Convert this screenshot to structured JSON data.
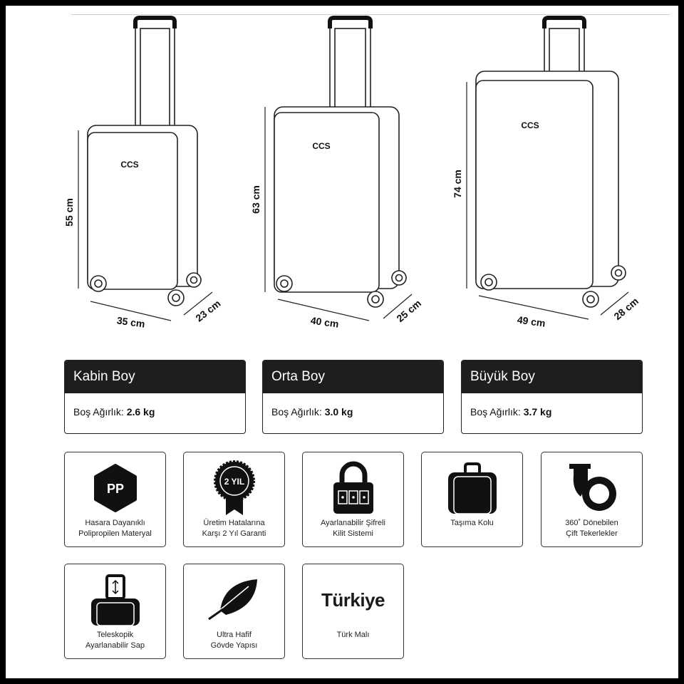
{
  "brand": "CCS",
  "suitcases": [
    {
      "height": "55 cm",
      "width": "35 cm",
      "depth": "23 cm"
    },
    {
      "height": "63 cm",
      "width": "40 cm",
      "depth": "25 cm"
    },
    {
      "height": "74 cm",
      "width": "49 cm",
      "depth": "28 cm"
    }
  ],
  "sizes": [
    {
      "name": "Kabin Boy",
      "weight_label": "Boş Ağırlık:",
      "weight": "2.6 kg"
    },
    {
      "name": "Orta Boy",
      "weight_label": "Boş Ağırlık:",
      "weight": "3.0 kg"
    },
    {
      "name": "Büyük Boy",
      "weight_label": "Boş Ağırlık:",
      "weight": "3.7 kg"
    }
  ],
  "features": [
    {
      "icon": "pp-hexagon-icon",
      "badge": "PP",
      "line1": "Hasara Dayanıklı",
      "line2": "Polipropilen Materyal"
    },
    {
      "icon": "warranty-rosette-icon",
      "badge": "2 YIL",
      "line1": "Üretim Hatalarına",
      "line2": "Karşı 2 Yıl Garanti"
    },
    {
      "icon": "combination-lock-icon",
      "line1": "Ayarlanabilir Şifreli",
      "line2": "Kilit Sistemi"
    },
    {
      "icon": "carry-handle-icon",
      "line1": "Taşıma Kolu",
      "line2": ""
    },
    {
      "icon": "spinner-wheel-icon",
      "line1": "360˚ Dönebilen",
      "line2": "Çift Tekerlekler"
    },
    {
      "icon": "telescopic-handle-icon",
      "line1": "Teleskopik",
      "line2": "Ayarlanabilir Sap"
    },
    {
      "icon": "feather-icon",
      "line1": "Ultra Hafif",
      "line2": "Gövde Yapısı"
    },
    {
      "icon": "turkiye-text-icon",
      "badge": "Türkiye",
      "line1": "Türk Malı",
      "line2": ""
    }
  ]
}
